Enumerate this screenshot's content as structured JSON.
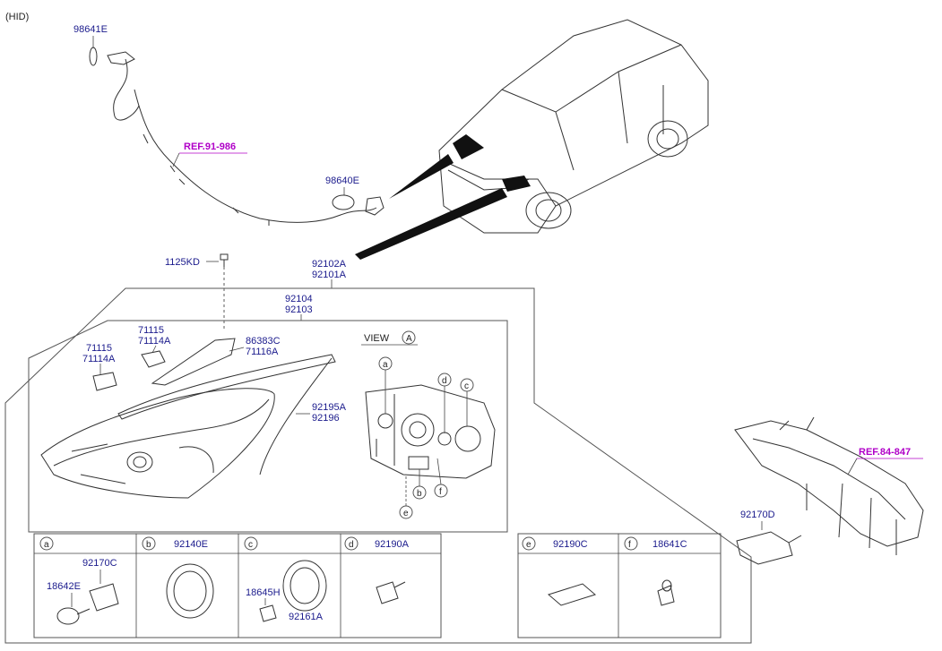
{
  "variant": "(HID)",
  "references": {
    "left": "REF.91-986",
    "right": "REF.84-847"
  },
  "parts": {
    "cap_a": "98641E",
    "cap_b": "98640E",
    "bolt": "1125KD",
    "assy_1": "92102A",
    "assy_2": "92101A",
    "lamp_1": "92104",
    "lamp_2": "92103",
    "bracket_l_1": "71115",
    "bracket_l_2": "71114A",
    "bracket_u_1": "71115",
    "bracket_u_2": "71114A",
    "bracket_r_1": "86383C",
    "bracket_r_2": "71116A",
    "trim_1": "92195A",
    "trim_2": "92196",
    "module": "92170D"
  },
  "view": {
    "label": "VIEW",
    "letter": "A",
    "callouts": [
      "a",
      "b",
      "c",
      "d",
      "e",
      "f"
    ]
  },
  "bottom_panels": [
    {
      "letter": "a",
      "parts": [
        "92170C",
        "18642E"
      ]
    },
    {
      "letter": "b",
      "parts": [
        "92140E"
      ]
    },
    {
      "letter": "c",
      "parts": [
        "18645H",
        "92161A"
      ]
    },
    {
      "letter": "d",
      "parts": [
        "92190A"
      ]
    },
    {
      "letter": "e",
      "parts": [
        "92190C"
      ]
    },
    {
      "letter": "f",
      "parts": [
        "18641C"
      ]
    }
  ]
}
